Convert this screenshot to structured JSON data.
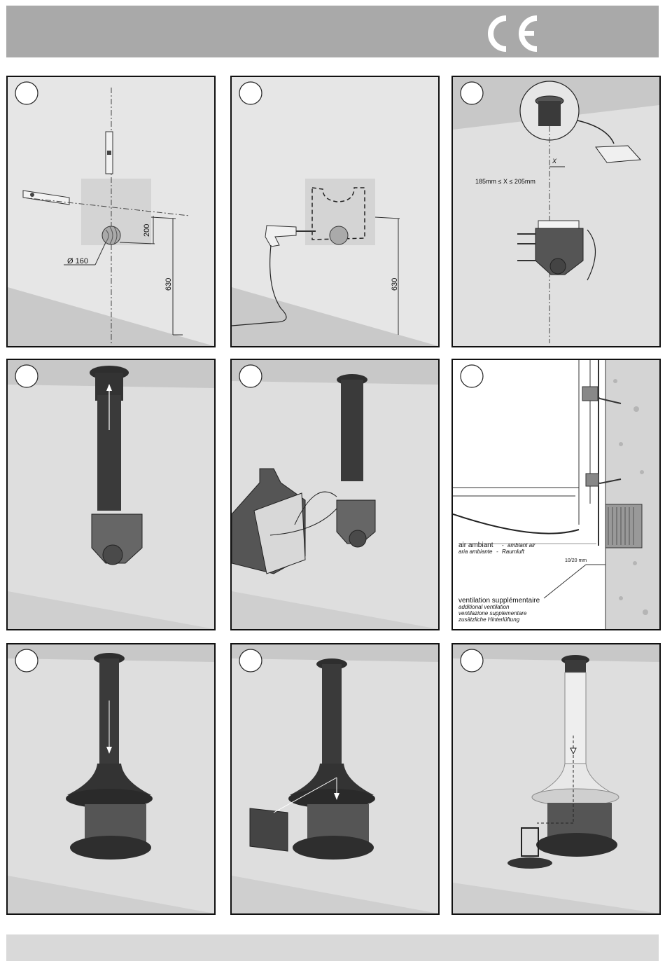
{
  "header": {
    "logo": "CE mark"
  },
  "panels": {
    "p1": {
      "dim_vertical_top": "200",
      "dim_vertical_total": "630",
      "diameter": "Ø 160"
    },
    "p2": {
      "dim_vertical_total": "630"
    },
    "p3": {
      "offset_symbol": "X",
      "offset_range": "185mm ≤ X ≤ 205mm"
    },
    "p6": {
      "air_fr": "air ambiant",
      "air_en": "ambiant air",
      "air_it": "aria ambiante",
      "air_de": "Raumluft",
      "gap": "10/20 mm",
      "vent_fr": "ventilation supplémentaire",
      "vent_en": "additional  ventilation",
      "vent_it": "ventilazione supplementare",
      "vent_de": "zusätzliche Hinterlüftung"
    }
  },
  "colors": {
    "wall": "#dcdcdc",
    "ceiling": "#c8c8c8",
    "stove": "#3a3a3a",
    "header": "#a9a9a9",
    "footer": "#d9d9d9"
  }
}
